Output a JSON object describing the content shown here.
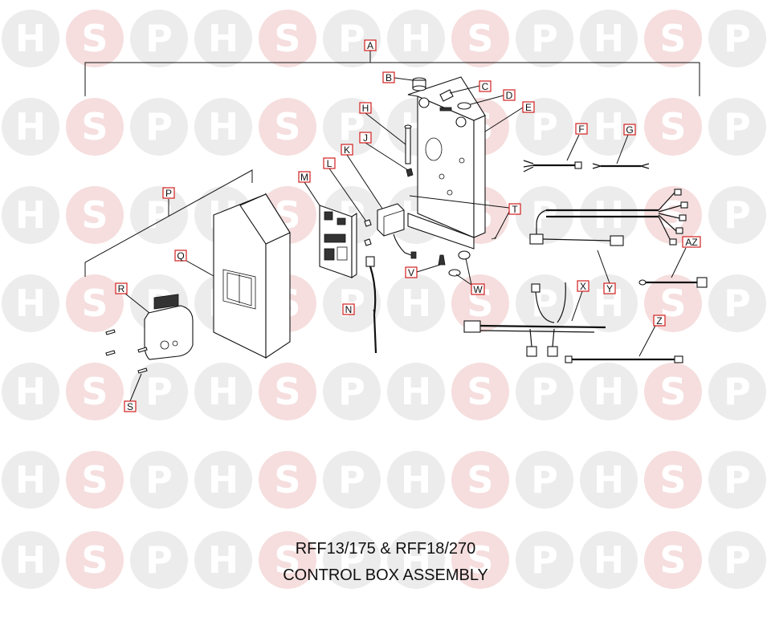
{
  "watermark": {
    "letters": [
      "H",
      "S",
      "P"
    ]
  },
  "caption": {
    "line1": "RFF13/175 & RFF18/270",
    "line2": "CONTROL BOX ASSEMBLY"
  },
  "labels": {
    "A": "A",
    "B": "B",
    "C": "C",
    "D": "D",
    "E": "E",
    "F": "F",
    "G": "G",
    "H": "H",
    "J": "J",
    "K": "K",
    "L": "L",
    "M": "M",
    "N": "N",
    "P": "P",
    "Q": "Q",
    "R": "R",
    "S": "S",
    "T": "T",
    "V": "V",
    "W": "W",
    "X": "X",
    "Y": "Y",
    "Z": "Z",
    "AZ": "AZ"
  },
  "colors": {
    "label_border": "#d21f1f",
    "watermark_grey": "#ececec",
    "watermark_pink": "#f6dede"
  }
}
